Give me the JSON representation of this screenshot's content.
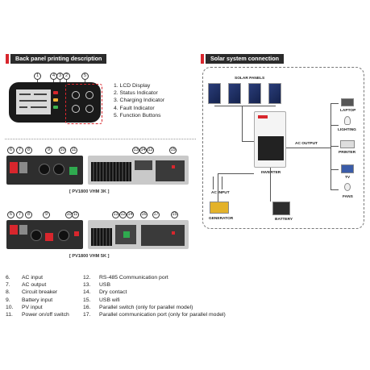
{
  "headers": {
    "left": "Back panel printing description",
    "right": "Solar system connection"
  },
  "lcd_callouts": [
    "1",
    "4",
    "3",
    "2",
    "5"
  ],
  "lcd_legend": [
    "1.  LCD Display",
    "2.  Status Indicator",
    "3.  Charging Indicator",
    "4.  Fault Indicator",
    "5.  Function Buttons"
  ],
  "device_3k": {
    "model": "[ PV1800 VHM 3K ]",
    "callouts_left": [
      "6",
      "7",
      "8",
      "9",
      "10",
      "11"
    ],
    "callouts_right": [
      "13",
      "14",
      "12",
      "15"
    ]
  },
  "device_5k": {
    "model": "[ PV1800 VHM 5K ]",
    "callouts_left": [
      "6",
      "7",
      "8",
      "9",
      "10",
      "11"
    ],
    "callouts_right": [
      "13",
      "12",
      "14",
      "16",
      "17",
      "15"
    ]
  },
  "diagram": {
    "solar_panels": "SOLAR PANELS",
    "laptop": "LAPTOP",
    "lighting": "LIGHTING",
    "ac_output": "AC OUTPUT",
    "printer": "PRINTER",
    "inverter": "INVERTER",
    "ac_input": "AC INPUT",
    "tv": "TV",
    "fans": "FANS",
    "generator": "GENERATOR",
    "battery": "BATTERY"
  },
  "parts_left": [
    {
      "num": "6.",
      "label": "AC input"
    },
    {
      "num": "7.",
      "label": "AC output"
    },
    {
      "num": "8.",
      "label": "Circuit breaker"
    },
    {
      "num": "9.",
      "label": "Battery input"
    },
    {
      "num": "10.",
      "label": "PV input"
    },
    {
      "num": "11.",
      "label": "Power on/off switch"
    }
  ],
  "parts_right": [
    {
      "num": "12.",
      "label": "RS-485 Communication port"
    },
    {
      "num": "13.",
      "label": "USB"
    },
    {
      "num": "14.",
      "label": "Dry contact"
    },
    {
      "num": "15.",
      "label": "USB wifi"
    },
    {
      "num": "16.",
      "label": "Parallel switch (only for parallel model)"
    },
    {
      "num": "17.",
      "label": "Parallel communication port (only for parallel model)"
    }
  ],
  "colors": {
    "accent": "#d8262d",
    "header_bg": "#2b2b2b"
  }
}
